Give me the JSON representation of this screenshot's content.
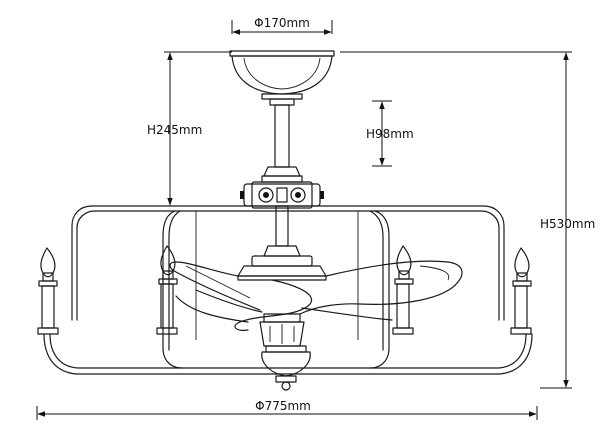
{
  "dimensions": {
    "canopy_diameter": "Φ170mm",
    "height_245": "H245mm",
    "height_98": "H98mm",
    "height_530": "H530mm",
    "overall_diameter": "Φ775mm"
  }
}
